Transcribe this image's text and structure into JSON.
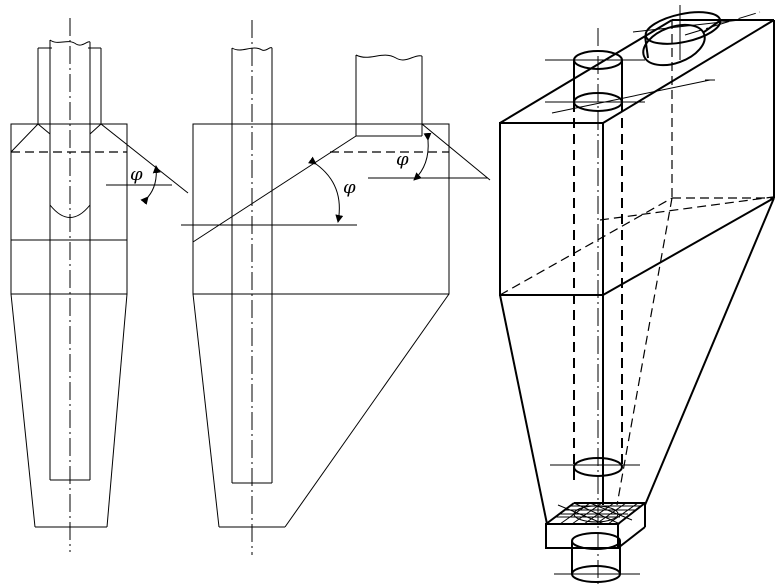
{
  "diagram": {
    "labels": {
      "angle_left": "φ",
      "angle_middle_main": "φ",
      "angle_middle_top": "φ"
    },
    "colors": {
      "ink": "#000000",
      "background": "#ffffff"
    }
  }
}
